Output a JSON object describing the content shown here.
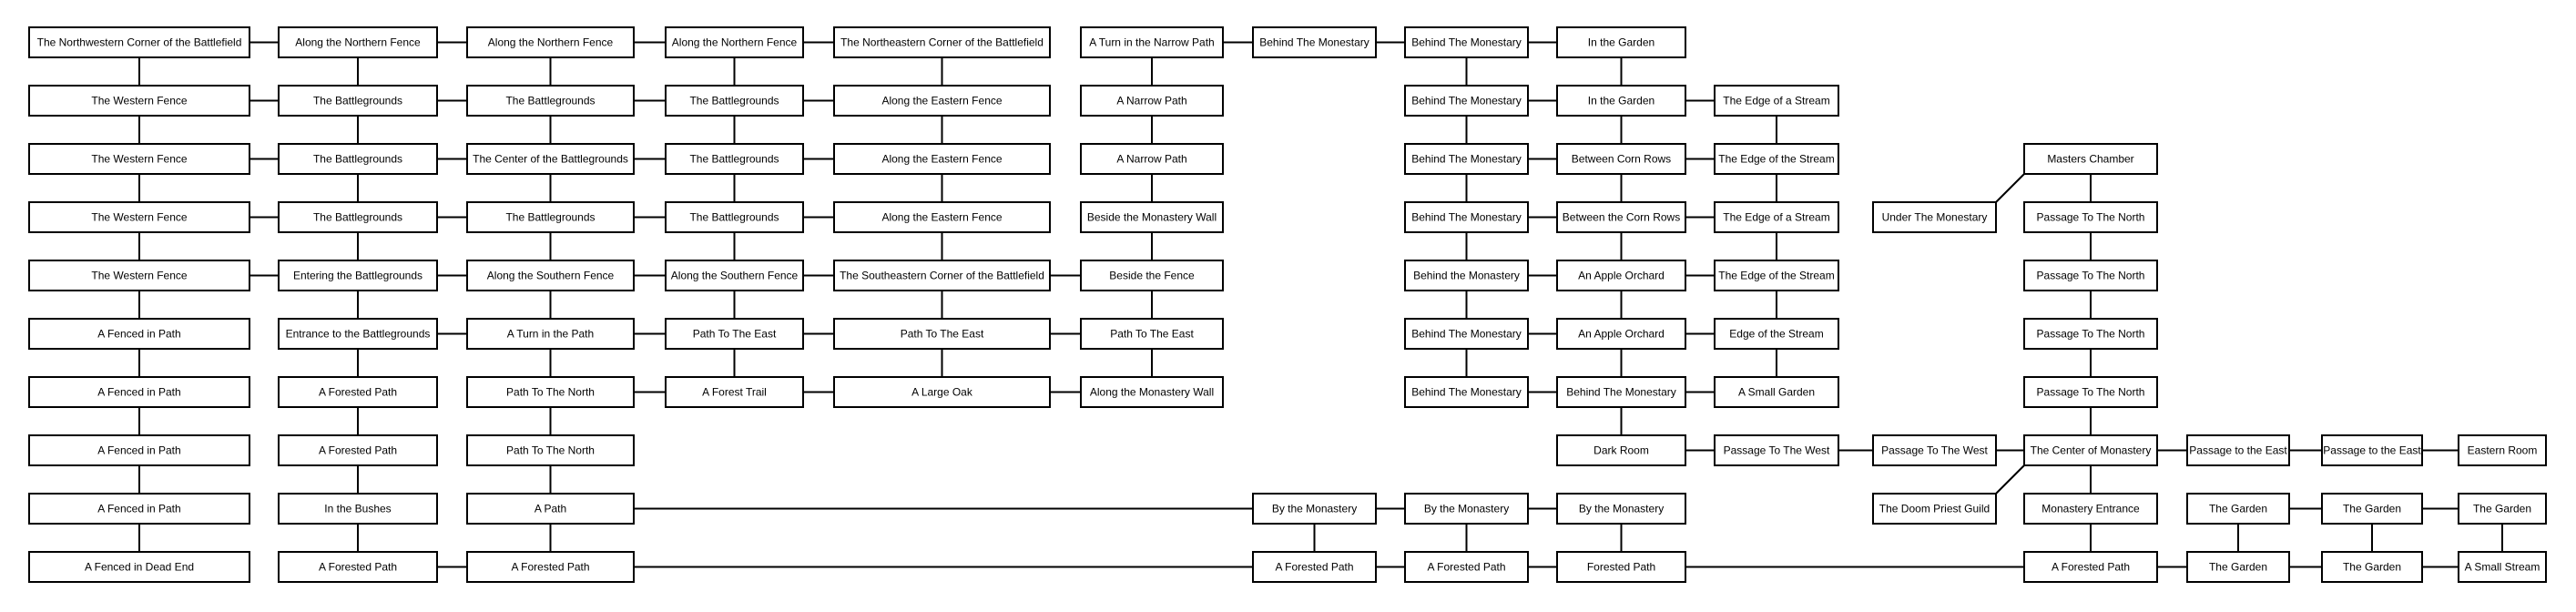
{
  "map": {
    "rooms": {
      "r0_0": "The Northwestern Corner of the Battlefield",
      "r0_1": "Along the Northern Fence",
      "r0_2": "Along the Northern Fence",
      "r0_3": "Along the Northern Fence",
      "r0_4": "The Northeastern Corner of the Battlefield",
      "r0_5": "A Turn in the Narrow Path",
      "r0_6": "Behind The Monestary",
      "r0_7": "Behind The Monestary",
      "r0_8": "In the Garden",
      "r1_0": "The Western Fence",
      "r1_1": "The Battlegrounds",
      "r1_2": "The Battlegrounds",
      "r1_3": "The Battlegrounds",
      "r1_4": "Along the Eastern Fence",
      "r1_5": "A Narrow Path",
      "r1_7": "Behind The Monestary",
      "r1_8": "In the Garden",
      "r1_9": "The Edge of a Stream",
      "r2_0": "The Western Fence",
      "r2_1": "The Battlegrounds",
      "r2_2": "The Center of the Battlegrounds",
      "r2_3": "The Battlegrounds",
      "r2_4": "Along the Eastern Fence",
      "r2_5": "A Narrow Path",
      "r2_7": "Behind The Monestary",
      "r2_8": "Between Corn Rows",
      "r2_9": "The Edge of the Stream",
      "r2_12": "Masters Chamber",
      "r3_0": "The Western Fence",
      "r3_1": "The Battlegrounds",
      "r3_2": "The Battlegrounds",
      "r3_3": "The Battlegrounds",
      "r3_4": "Along the Eastern Fence",
      "r3_5": "Beside the Monastery Wall",
      "r3_7": "Behind The Monestary",
      "r3_8": "Between the Corn Rows",
      "r3_9": "The Edge of a Stream",
      "r3_11": "Under The Monestary",
      "r3_12": "Passage To The North",
      "r4_0": "The Western Fence",
      "r4_1": "Entering the Battlegrounds",
      "r4_2": "Along the Southern Fence",
      "r4_3": "Along the Southern Fence",
      "r4_4": "The Southeastern Corner of the Battlefield",
      "r4_5": "Beside the Fence",
      "r4_7": "Behind the Monastery",
      "r4_8": "An Apple Orchard",
      "r4_9": "The Edge of the Stream",
      "r4_12": "Passage To The North",
      "r5_0": "A Fenced in Path",
      "r5_1": "Entrance to the Battlegrounds",
      "r5_2": "A Turn in the Path",
      "r5_3": "Path To The East",
      "r5_4": "Path To The East",
      "r5_5": "Path To The East",
      "r5_7": "Behind The Monestary",
      "r5_8": "An Apple Orchard",
      "r5_9": "Edge of the Stream",
      "r5_12": "Passage To The North",
      "r6_0": "A Fenced in Path",
      "r6_1": "A Forested Path",
      "r6_2": "Path To The North",
      "r6_3": "A Forest Trail",
      "r6_4": "A Large Oak",
      "r6_5": "Along the Monastery Wall",
      "r6_7": "Behind The Monestary",
      "r6_8": "Behind The Monestary",
      "r6_9": "A Small Garden",
      "r6_12": "Passage To The North",
      "r7_0": "A Fenced in Path",
      "r7_1": "A Forested Path",
      "r7_2": "Path To The North",
      "r7_8": "Dark Room",
      "r7_9": "Passage To The West",
      "r7_11": "Passage To The West",
      "r7_12": "The Center of Monastery",
      "r7_13": "Passage to the East",
      "r7_14": "Passage to the East",
      "r7_15": "Eastern Room",
      "r8_0": "A Fenced in Path",
      "r8_1": "In the Bushes",
      "r8_2": "A Path",
      "r8_6": "By the Monastery",
      "r8_7": "By the Monastery",
      "r8_8": "By the Monastery",
      "r8_11": "The Doom Priest Guild",
      "r8_12": "Monastery Entrance",
      "r8_13": "The Garden",
      "r8_14": "The Garden",
      "r8_15": "The Garden",
      "r9_0": "A Fenced in Dead End",
      "r9_1": "A Forested Path",
      "r9_2": "A Forested Path",
      "r9_6": "A Forested Path",
      "r9_7": "A Forested Path",
      "r9_8": "Forested Path",
      "r9_12": "A Forested Path",
      "r9_13": "The Garden",
      "r9_14": "The Garden",
      "r9_15": "A Small Stream"
    }
  }
}
